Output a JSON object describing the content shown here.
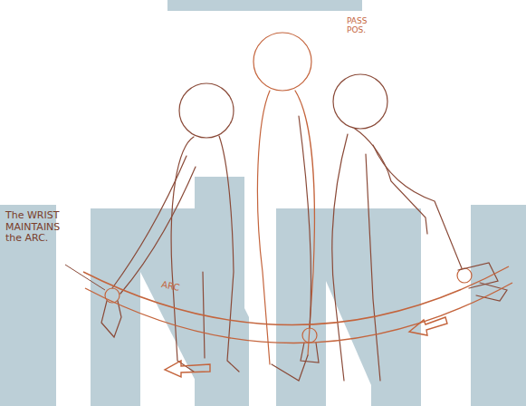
{
  "diagram": {
    "labels": [
      "PASS POS.",
      "The WRIST MAINTAINS the ARC.",
      "ARC"
    ]
  }
}
